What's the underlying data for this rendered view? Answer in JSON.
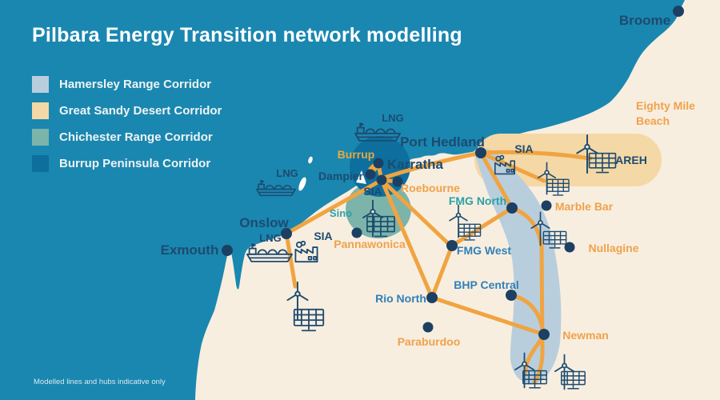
{
  "title": "Pilbara Energy Transition network modelling",
  "footer": "Modelled lines and hubs indicative only",
  "legend": {
    "items": [
      {
        "label": "Hamersley Range Corridor",
        "color": "#b9cedd"
      },
      {
        "label": "Great Sandy Desert Corridor",
        "color": "#f4d8a6"
      },
      {
        "label": "Chichester Range Corridor",
        "color": "#7cb4a9"
      },
      {
        "label": "Burrup Peninsula Corridor",
        "color": "#0d6f9d"
      }
    ]
  },
  "colors": {
    "ocean": "#1a87b0",
    "land": "#f8eedf",
    "network_line": "#f0a441",
    "node": "#1c4063",
    "navy_text": "#1d4b70",
    "orange_text": "#efa24c",
    "teal_text": "#2aa1a9",
    "blue_text": "#2f80ba"
  },
  "map": {
    "labels": {
      "broome": "Broome",
      "eighty_mile_line1": "Eighty Mile",
      "eighty_mile_line2": "Beach",
      "port_hedland": "Port Hedland",
      "karratha": "Karratha",
      "dampier": "Dampier",
      "burrup": "Burrup",
      "roebourne": "Roebourne",
      "sino": "Sino",
      "pannawonica": "Pannawonica",
      "onslow": "Onslow",
      "exmouth": "Exmouth",
      "marble_bar": "Marble Bar",
      "nullagine": "Nullagine",
      "fmg_north": "FMG North",
      "fmg_west": "FMG West",
      "bhp_central": "BHP Central",
      "rio_north": "Rio North",
      "paraburdoo": "Paraburdoo",
      "newman": "Newman",
      "areh": "AREH",
      "sia": "SIA",
      "lng": "LNG"
    }
  }
}
